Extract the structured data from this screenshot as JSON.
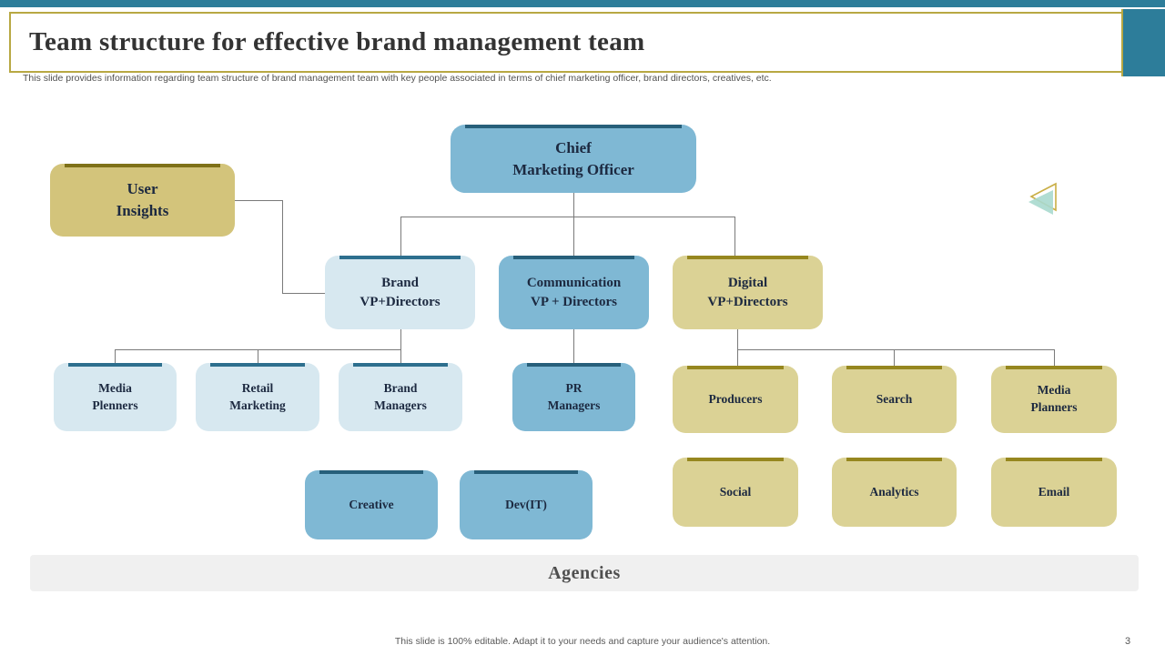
{
  "slide": {
    "title": "Team structure for effective brand management team",
    "subtitle": "This slide provides information regarding team structure of brand management team with key people associated in terms of chief marketing officer, brand directors, creatives, etc.",
    "agencies_label": "Agencies",
    "footer": "This slide is 100% editable.  Adapt it to your needs and capture your audience's attention.",
    "page_number": "3"
  },
  "org_chart": {
    "nodes": {
      "cmo": "Chief\nMarketing Officer",
      "user_insights": "User\nInsights",
      "brand_vp": "Brand\nVP+Directors",
      "comm_vp": "Communication\nVP + Directors",
      "digital_vp": "Digital\nVP+Directors",
      "media_plenners": "Media\nPlenners",
      "retail_marketing": "Retail\nMarketing",
      "brand_managers": "Brand\nManagers",
      "pr_managers": "PR\nManagers",
      "producers": "Producers",
      "search": "Search",
      "media_planners": "Media\nPlanners",
      "creative": "Creative",
      "dev_it": "Dev(IT)",
      "social": "Social",
      "analytics": "Analytics",
      "email": "Email"
    }
  },
  "colors": {
    "accent_teal": "#2d7d9a",
    "gold": "#b8a843",
    "box_blue": "#7fb8d4",
    "box_blue_light": "#d7e8f0",
    "box_khaki": "#dbd295",
    "box_khaki_dark": "#d3c47b",
    "text_navy": "#1c2940"
  }
}
